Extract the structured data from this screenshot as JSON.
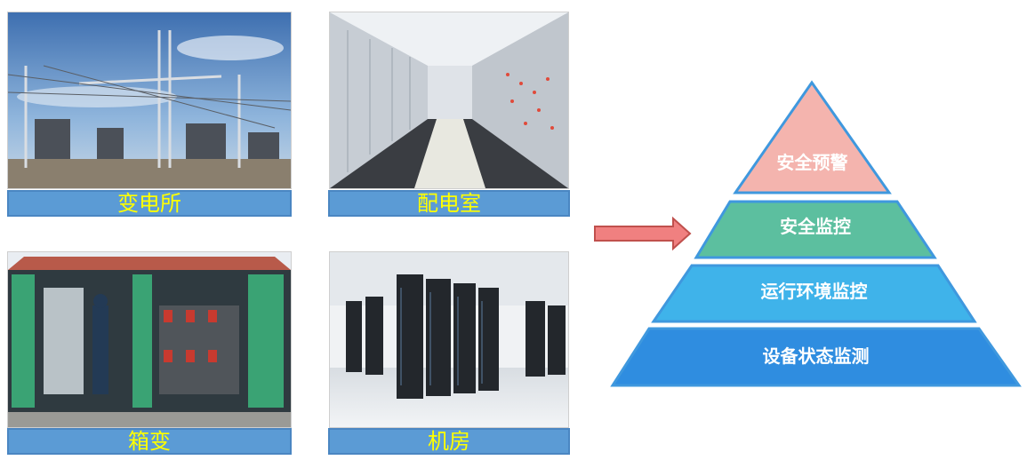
{
  "tiles": [
    {
      "label": "变电所",
      "photo": "substation-photo"
    },
    {
      "label": "配电室",
      "photo": "switchgear-room-photo"
    },
    {
      "label": "箱变",
      "photo": "box-transformer-photo"
    },
    {
      "label": "机房",
      "photo": "server-room-photo"
    }
  ],
  "arrow": {
    "color": "#f08080",
    "outline": "#c0504d"
  },
  "pyramid": {
    "layers": [
      {
        "label": "安全预警",
        "color": "#f4b4ae"
      },
      {
        "label": "安全监控",
        "color": "#5cbf9f"
      },
      {
        "label": "运行环境监控",
        "color": "#3fb3ea"
      },
      {
        "label": "设备状态监测",
        "color": "#2f8de0"
      }
    ],
    "edge_color": "#3f98de"
  }
}
